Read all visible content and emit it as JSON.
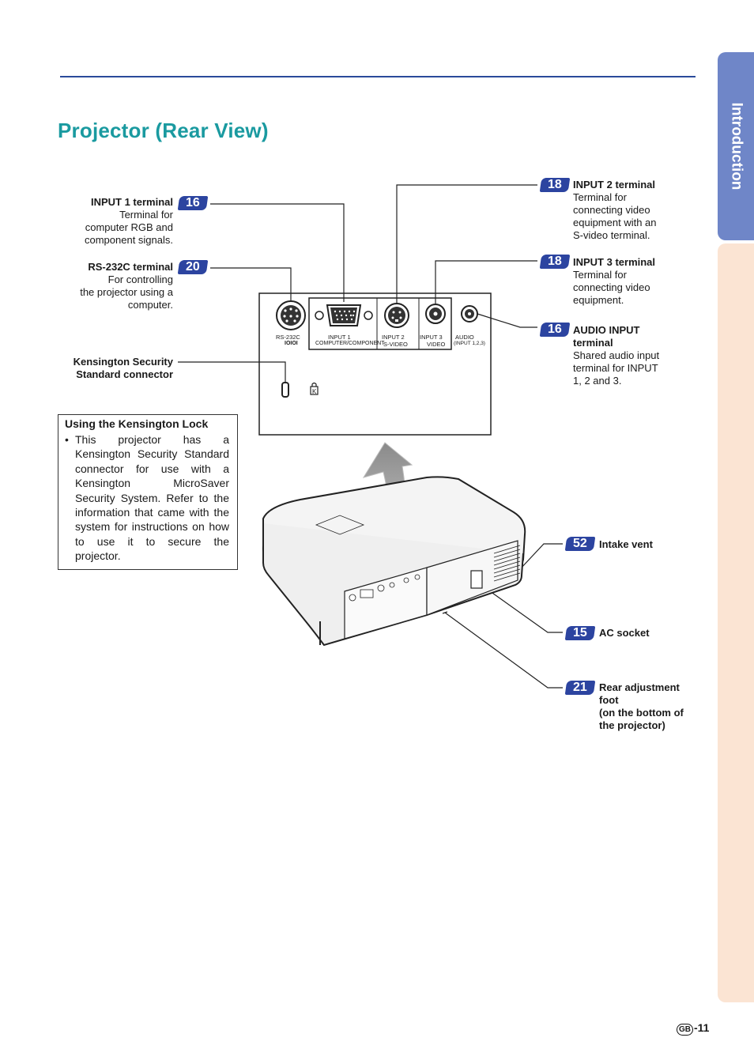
{
  "page": {
    "title": "Projector (Rear View)",
    "side_tab": "Introduction",
    "page_number": "-11",
    "region_mark": "GB"
  },
  "callouts": {
    "input1": {
      "badge": "16",
      "title": "INPUT 1 terminal",
      "desc": [
        "Terminal for",
        "computer RGB and",
        "component signals."
      ]
    },
    "rs232c": {
      "badge": "20",
      "title": "RS-232C terminal",
      "desc": [
        "For controlling",
        "the projector using a",
        "computer."
      ]
    },
    "kensington": {
      "title": [
        "Kensington Security",
        "Standard connector"
      ]
    },
    "input2": {
      "badge": "18",
      "title": "INPUT 2 terminal",
      "desc": [
        "Terminal for",
        "connecting video",
        "equipment with an",
        "S-video terminal."
      ]
    },
    "input3": {
      "badge": "18",
      "title": "INPUT 3 terminal",
      "desc": [
        "Terminal for",
        "connecting video",
        "equipment."
      ]
    },
    "audio": {
      "badge": "16",
      "title": [
        "AUDIO INPUT",
        "terminal"
      ],
      "desc": [
        "Shared audio input",
        "terminal for INPUT",
        "1, 2 and 3."
      ]
    },
    "intake": {
      "badge": "52",
      "title": "Intake vent"
    },
    "ac": {
      "badge": "15",
      "title": "AC socket"
    },
    "foot": {
      "badge": "21",
      "title": [
        "Rear adjustment",
        "foot",
        "(on the bottom of",
        "the projector)"
      ]
    }
  },
  "panel_labels": {
    "rs232c": "RS-232C",
    "input1": "INPUT 1",
    "computer_component": "COMPUTER/COMPONENT",
    "input2": "INPUT 2",
    "svideo": "S-VIDEO",
    "input3": "INPUT 3",
    "video": "VIDEO",
    "audio": "AUDIO",
    "audio_inputs": "(INPUT 1,2,3)"
  },
  "kensington_box": {
    "title": "Using the Kensington Lock",
    "bullet": "•",
    "body": "This projector has a Kensington Security Standard connector for use with a Kensington MicroSaver Security System. Refer to the information that came with the system for instructions on how to use it to secure the projector."
  },
  "icons": {
    "kensington_lock": "lock-icon",
    "arrow": "curved-up-arrow-icon"
  }
}
